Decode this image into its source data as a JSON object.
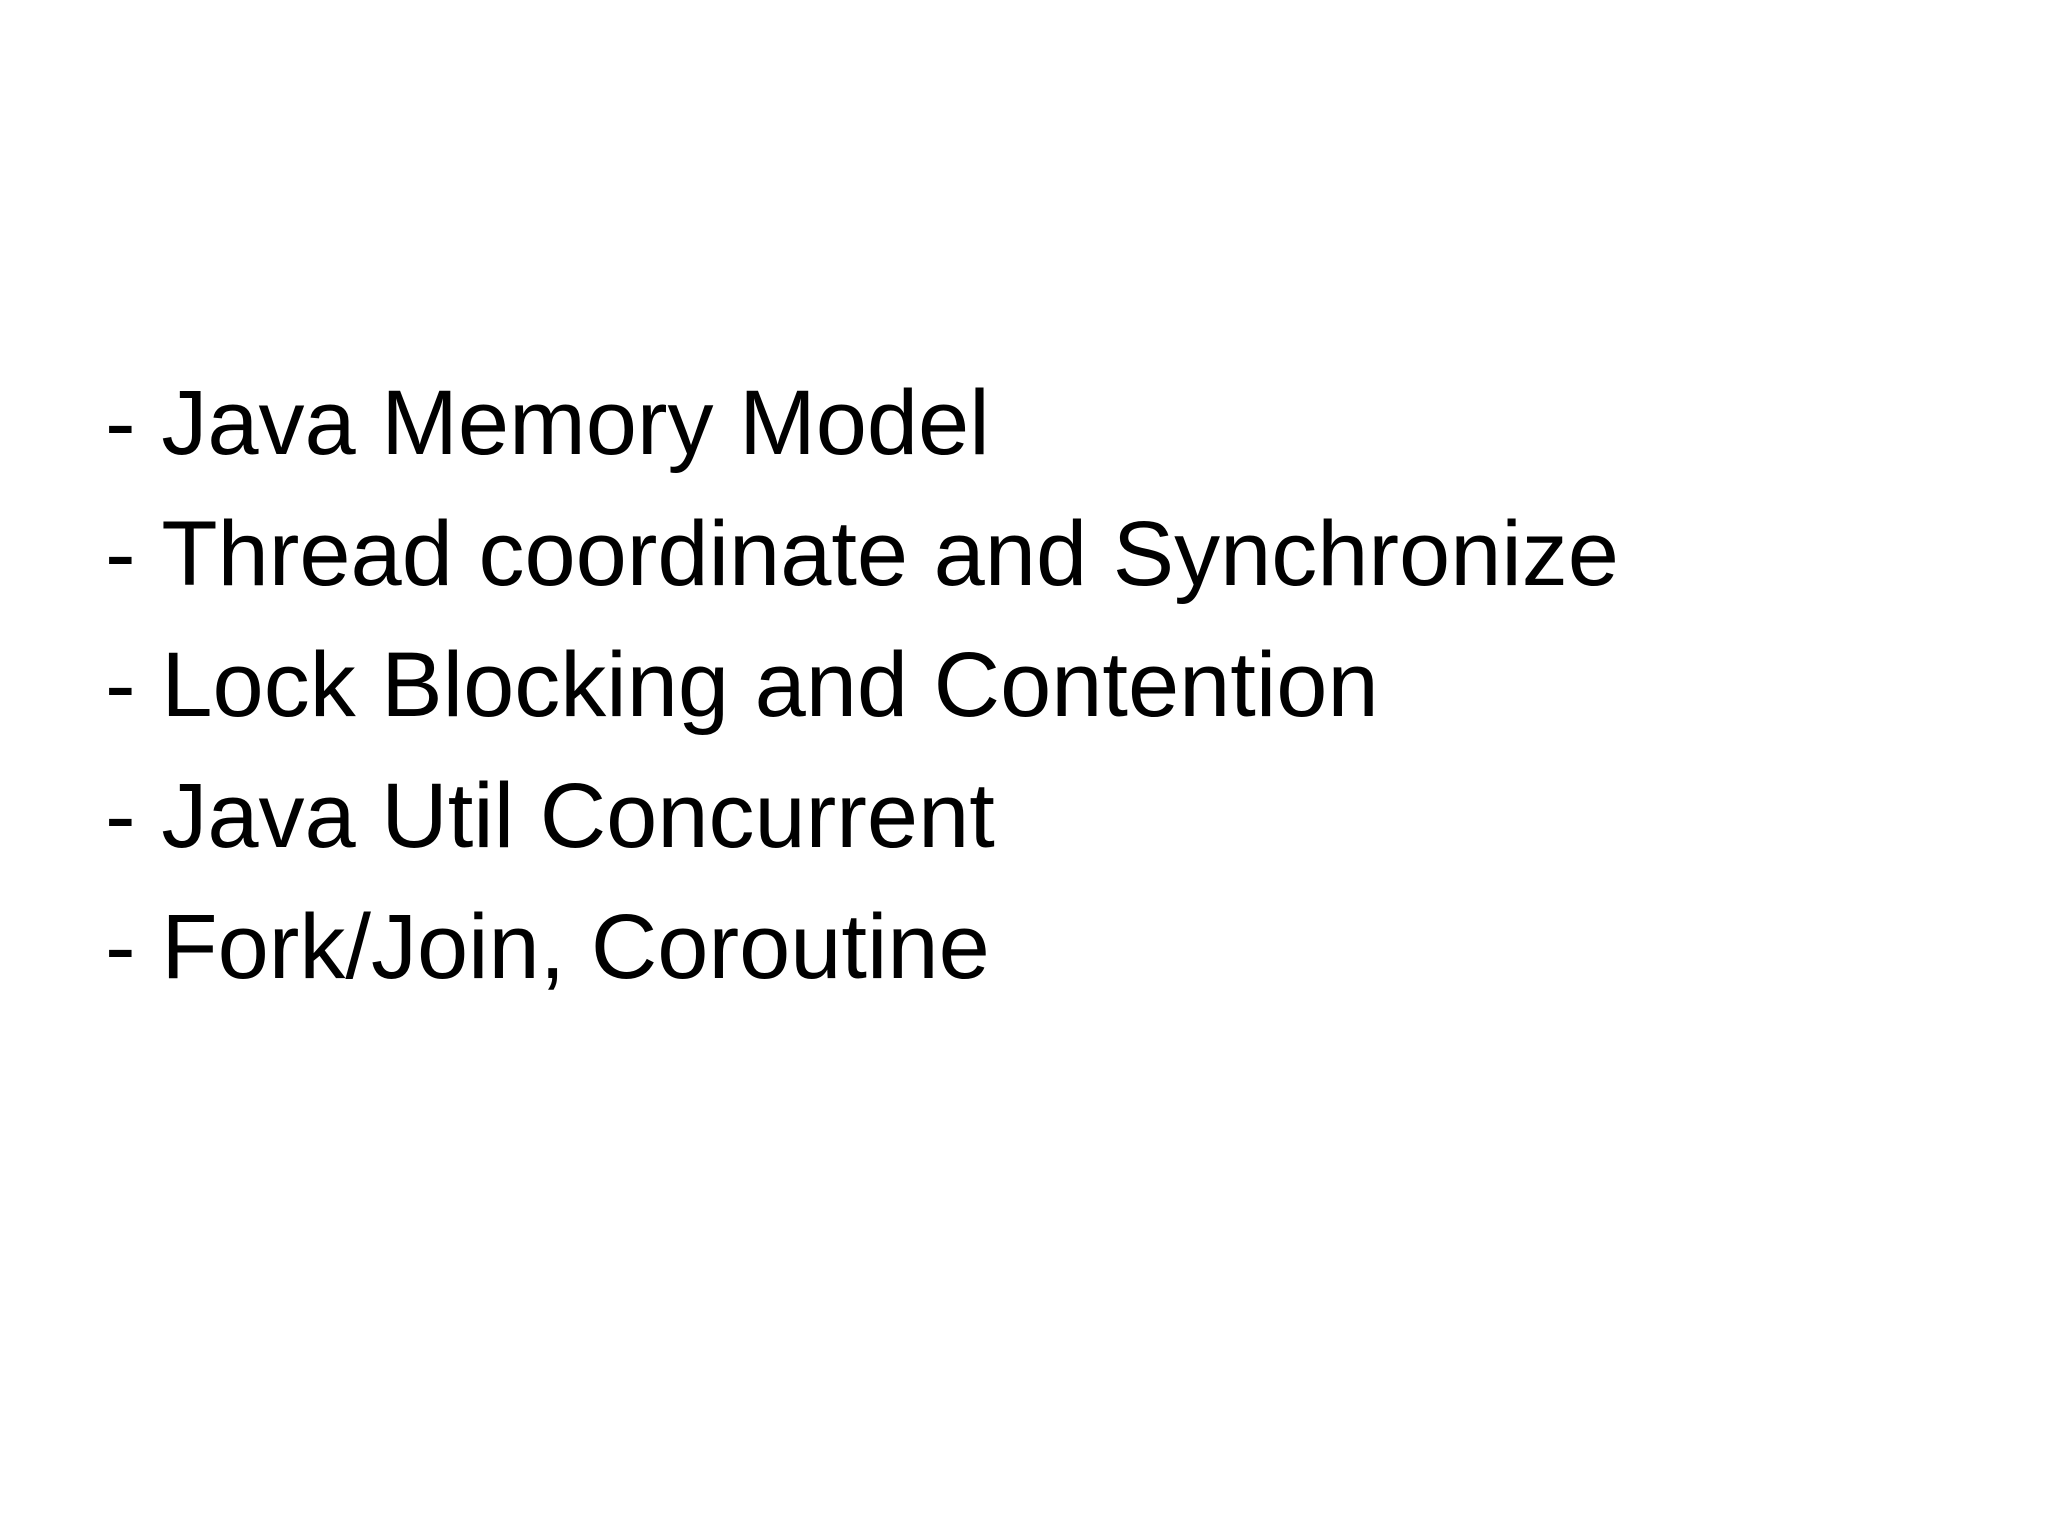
{
  "slide": {
    "background_color": "#ffffff",
    "text_color": "#000000",
    "bullet_marker": "-",
    "bullets": [
      {
        "text": "Java Memory Model"
      },
      {
        "text": "Thread coordinate and Synchronize"
      },
      {
        "text": "Lock Blocking and Contention"
      },
      {
        "text": "Java Util Concurrent"
      },
      {
        "text": "Fork/Join, Coroutine"
      }
    ]
  }
}
